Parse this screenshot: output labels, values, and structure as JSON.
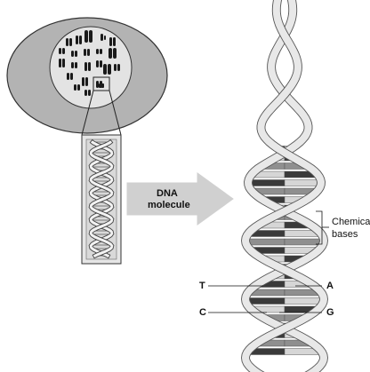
{
  "arrow_label": [
    "DNA",
    "molecule"
  ],
  "callouts": {
    "chemical_bases": [
      "Chemical",
      "bases"
    ],
    "base_T": "T",
    "base_A": "A",
    "base_C": "C",
    "base_G": "G"
  },
  "colors": {
    "cell_fill": "#b3b3b3",
    "nucleus_fill": "#e3e3e3",
    "strand_fill": "#e8e8e8",
    "strand_stroke": "#555555",
    "base_dark": "#3a3a3a",
    "base_mid": "#8f8f8f",
    "base_light": "#d6d6d6",
    "arrow_fill": "#d0d0d0",
    "box_fill": "#e6e6e6"
  }
}
